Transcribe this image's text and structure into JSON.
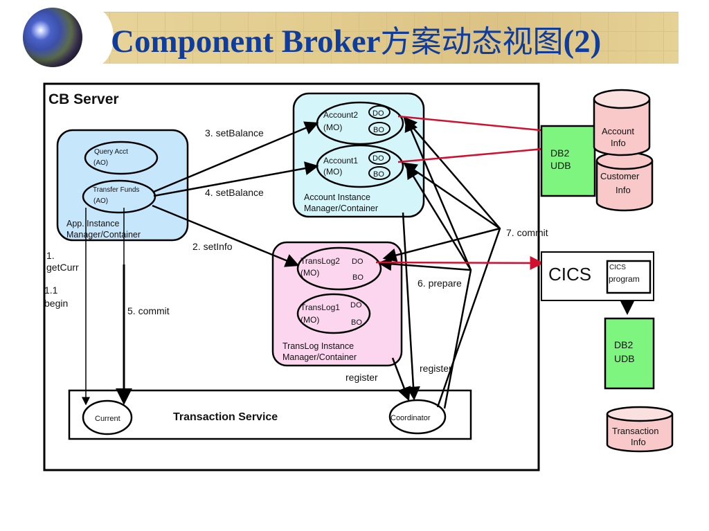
{
  "slide": {
    "title_latin": "Component Broker",
    "title_cn": "方案动态视图",
    "title_suffix": "(2)",
    "logo": "globe-icon"
  },
  "diagram": {
    "server_label": "CB Server",
    "app_container": {
      "label_line1": "App. Instance",
      "label_line2": "Manager/Container",
      "objects": [
        {
          "line1": "Query Acct",
          "line2": "(AO)"
        },
        {
          "line1": "Transfer Funds",
          "line2": "(AO)"
        }
      ]
    },
    "account_container": {
      "label_line1": "Account Instance",
      "label_line2": "Manager/Container",
      "objects": [
        {
          "line1": "Account2",
          "line2": "(MO)",
          "do": "DO",
          "bo": "BO"
        },
        {
          "line1": "Account1",
          "line2": "(MO)",
          "do": "DO",
          "bo": "BO"
        }
      ]
    },
    "translog_container": {
      "label_line1": "TransLog Instance",
      "label_line2": "Manager/Container",
      "objects": [
        {
          "line1": "TransLog2",
          "line2": "(MO)",
          "do": "DO",
          "bo": "BO"
        },
        {
          "line1": "TransLog1",
          "line2": "(MO)",
          "do": "DO",
          "bo": "BO"
        }
      ]
    },
    "transaction_service": {
      "label": "Transaction Service",
      "current": "Current",
      "coordinator": "Coordinator"
    },
    "steps": {
      "get_curr_1": "1.",
      "get_curr_2": "getCurr",
      "begin_1": "1.1",
      "begin_2": "begin",
      "set_info": "2. setInfo",
      "set_balance_3": "3. setBalance",
      "set_balance_4": "4. setBalance",
      "commit_5": "5. commit",
      "prepare_6": "6. prepare",
      "commit_7": "7. commit",
      "register_a": "register",
      "register_b": "register"
    },
    "external": {
      "db2_top_line1": "DB2",
      "db2_top_line2": "UDB",
      "account_info_line1": "Account",
      "account_info_line2": "Info",
      "customer_info_line1": "Customer",
      "customer_info_line2": "Info",
      "cics": "CICS",
      "cics_program_line1": "CICS",
      "cics_program_line2": "program",
      "db2_bottom_line1": "DB2",
      "db2_bottom_line2": "UDB",
      "transaction_info_line1": "Transaction",
      "transaction_info_line2": "Info"
    },
    "colors": {
      "title": "#0f3d9e",
      "app_container": "#c6e6fb",
      "account_container": "#d4f6fb",
      "translog_container": "#fbd6ee",
      "db2": "#7ef57e",
      "database": "#f9c9c9",
      "red_arrow": "#d0102e"
    }
  }
}
